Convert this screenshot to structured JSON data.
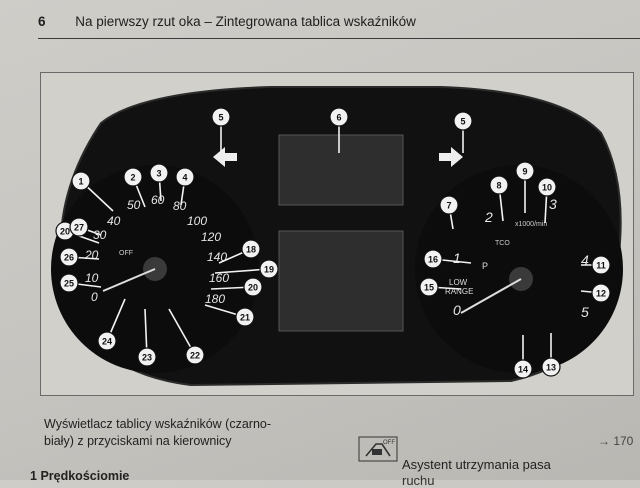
{
  "header": {
    "page_number": "6",
    "title": "Na pierwszy rzut oka – Zintegrowana tablica wskaźników"
  },
  "cluster": {
    "speedo_labels": [
      "0",
      "10",
      "20",
      "30",
      "40",
      "50",
      "60",
      "80",
      "100",
      "120",
      "140",
      "160",
      "180"
    ],
    "tacho_labels": [
      "0",
      "1",
      "2",
      "3",
      "4",
      "5"
    ],
    "tacho_unit": "x1000/min",
    "low_range": [
      "LOW",
      "RANGE"
    ],
    "callouts": [
      "1",
      "2",
      "3",
      "4",
      "5",
      "6",
      "5",
      "8",
      "9",
      "10",
      "11",
      "12",
      "13",
      "14",
      "15",
      "16",
      "7",
      "18",
      "19",
      "20",
      "21",
      "22",
      "23",
      "24",
      "25",
      "26",
      "20",
      "27"
    ],
    "indicator_text": [
      "OFF",
      "TCO",
      "P"
    ]
  },
  "caption": "Wyświetlacz tablicy wskaźników (czarno-biały) z przyciskami na kierownicy",
  "page_ref": "→ 170",
  "icon_label": "OFF",
  "side_text": "Asystent utrzymania pasa",
  "cut_text": "ruchu",
  "list_item": {
    "number": "1",
    "text": "Prędkościomie"
  }
}
